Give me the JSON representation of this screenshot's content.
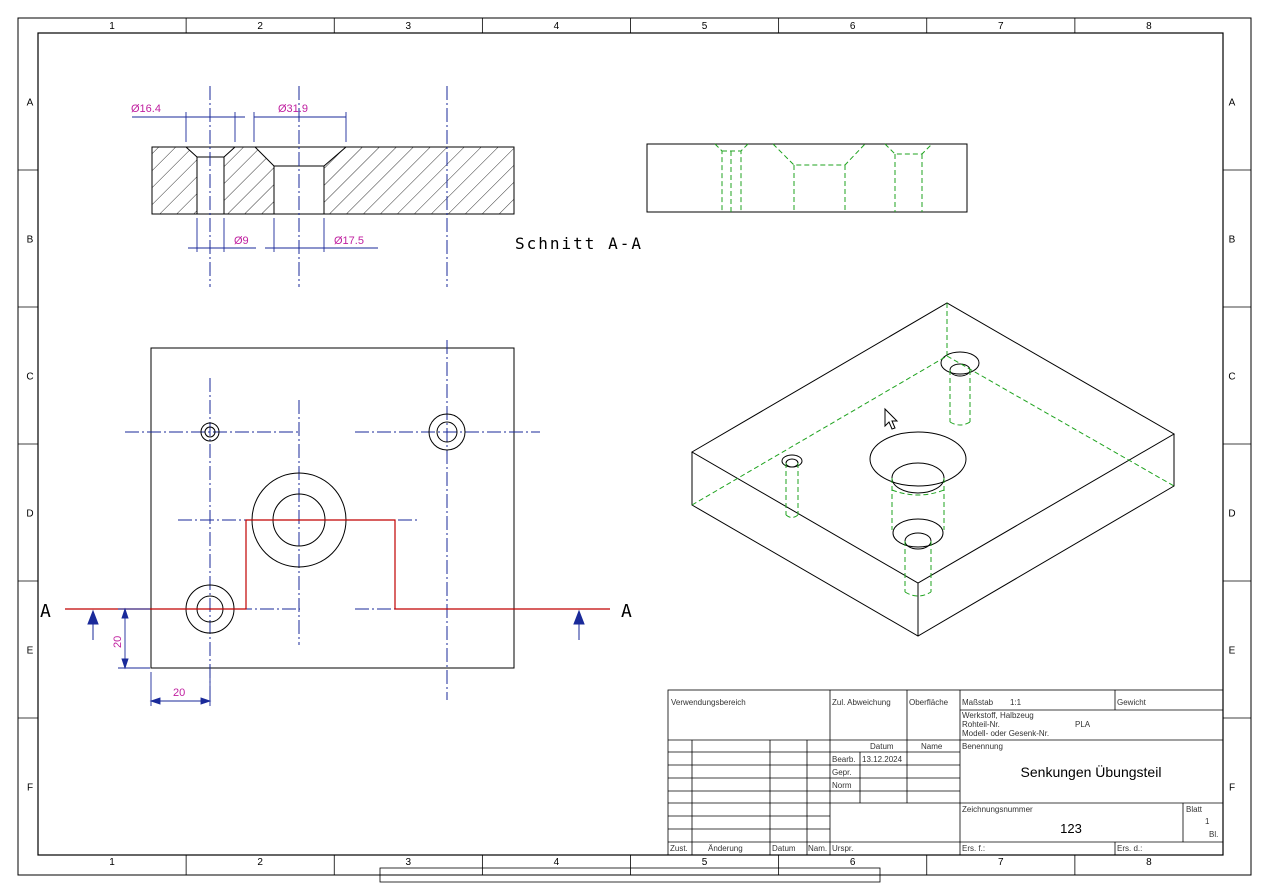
{
  "frame": {
    "columns": [
      "1",
      "2",
      "3",
      "4",
      "5",
      "6",
      "7",
      "8"
    ],
    "rows": [
      "A",
      "B",
      "C",
      "D",
      "E",
      "F"
    ]
  },
  "section": {
    "label": "Schnitt A-A",
    "dim_d164": "Ø16.4",
    "dim_d319": "Ø31.9",
    "dim_d9": "Ø9",
    "dim_d175": "Ø17.5"
  },
  "topview": {
    "cut_letter_left": "A",
    "cut_letter_right": "A",
    "dim_vertical": "20",
    "dim_horizontal": "20"
  },
  "title_block": {
    "verwendungsbereich": "Verwendungsbereich",
    "zul_abweichung": "Zul. Abweichung",
    "oberflaeche": "Oberfläche",
    "massstab_label": "Maßstab",
    "massstab_value": "1:1",
    "gewicht_label": "Gewicht",
    "werkstoff_label": "Werkstoff, Halbzeug",
    "rohteil_label": "Rohteil-Nr.",
    "rohteil_value": "PLA",
    "modell_label": "Modell- oder Gesenk-Nr.",
    "datum": "Datum",
    "name": "Name",
    "bearb": "Bearb.",
    "bearb_date": "13.12.2024",
    "gepr": "Gepr.",
    "norm": "Norm",
    "benennung_label": "Benennung",
    "title": "Senkungen Übungsteil",
    "zeichnungsnummer_label": "Zeichnungsnummer",
    "zeichnungsnummer": "123",
    "blatt_label": "Blatt",
    "blatt_value": "1",
    "bl": "Bl.",
    "zust": "Zust.",
    "aenderung": "Änderung",
    "datum2": "Datum",
    "nam": "Nam.",
    "urspr": "Urspr.",
    "ers_f": "Ers. f.:",
    "ers_d": "Ers. d.:"
  },
  "colors": {
    "outline": "#000000",
    "centerline": "#1a2a9a",
    "dimension": "#1a2a9a",
    "dim_text": "#c020a0",
    "hidden": "#1fa31f",
    "section_line": "#c00000"
  }
}
